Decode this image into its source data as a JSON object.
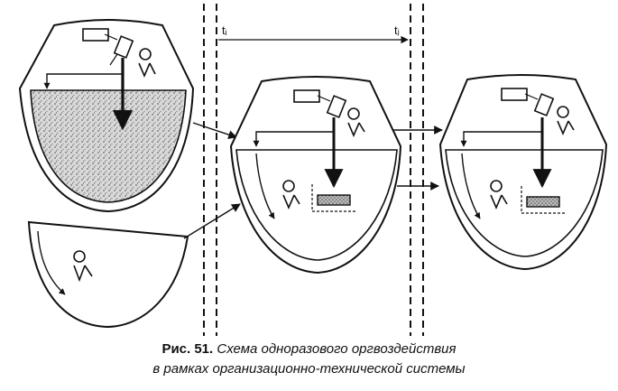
{
  "diagram": {
    "time_labels": {
      "start": "tᵢ",
      "end": "tⱼ"
    }
  },
  "caption": {
    "figure_number": "Рис. 51.",
    "title_line1": "Схема одноразового оргвоздействия",
    "title_line2": "в рамках организационно-технической системы"
  }
}
